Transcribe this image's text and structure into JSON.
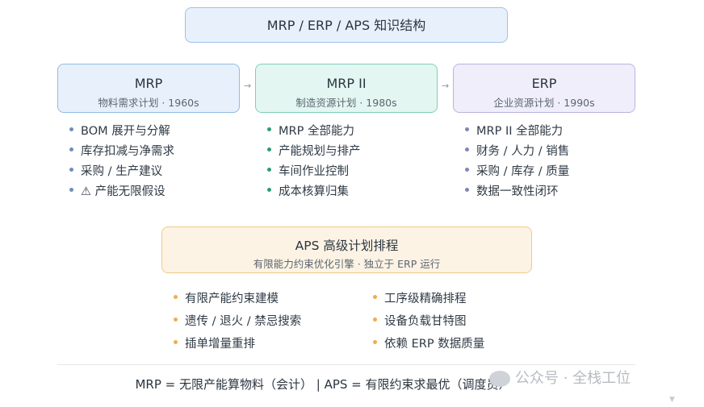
{
  "title": "MRP / ERP / APS 知识结构",
  "columns": [
    {
      "heading": "MRP",
      "sub": "物料需求计划 · 1960s",
      "items": [
        "BOM 展开与分解",
        "库存扣减与净需求",
        "采购 / 生产建议",
        "⚠ 产能无限假设"
      ]
    },
    {
      "heading": "MRP II",
      "sub": "制造资源计划 · 1980s",
      "items": [
        "MRP 全部能力",
        "产能规划与排产",
        "车间作业控制",
        "成本核算归集"
      ]
    },
    {
      "heading": "ERP",
      "sub": "企业资源计划 · 1990s",
      "items": [
        "MRP II 全部能力",
        "财务 / 人力 / 销售",
        "采购 / 库存 / 质量",
        "数据一致性闭环"
      ]
    }
  ],
  "arrows": [
    "→",
    "→"
  ],
  "aps": {
    "heading": "APS 高级计划排程",
    "sub": "有限能力约束优化引擎 · 独立于 ERP 运行",
    "left_items": [
      "有限产能约束建模",
      "遗传 / 退火 / 禁忌搜索",
      "插单增量重排"
    ],
    "right_items": [
      "工序级精确排程",
      "设备负载甘特图",
      "依赖 ERP 数据质量"
    ]
  },
  "footer": "MRP = 无限产能算物料（会计） | APS = 有限约束求最优（调度员）",
  "watermark": "公众号 · 全栈工位",
  "scroll_hint": "▼",
  "colors": {
    "blue": "#e8f1fb",
    "green": "#e4f6f1",
    "purple": "#efeefa",
    "orange": "#fdf3e4"
  }
}
